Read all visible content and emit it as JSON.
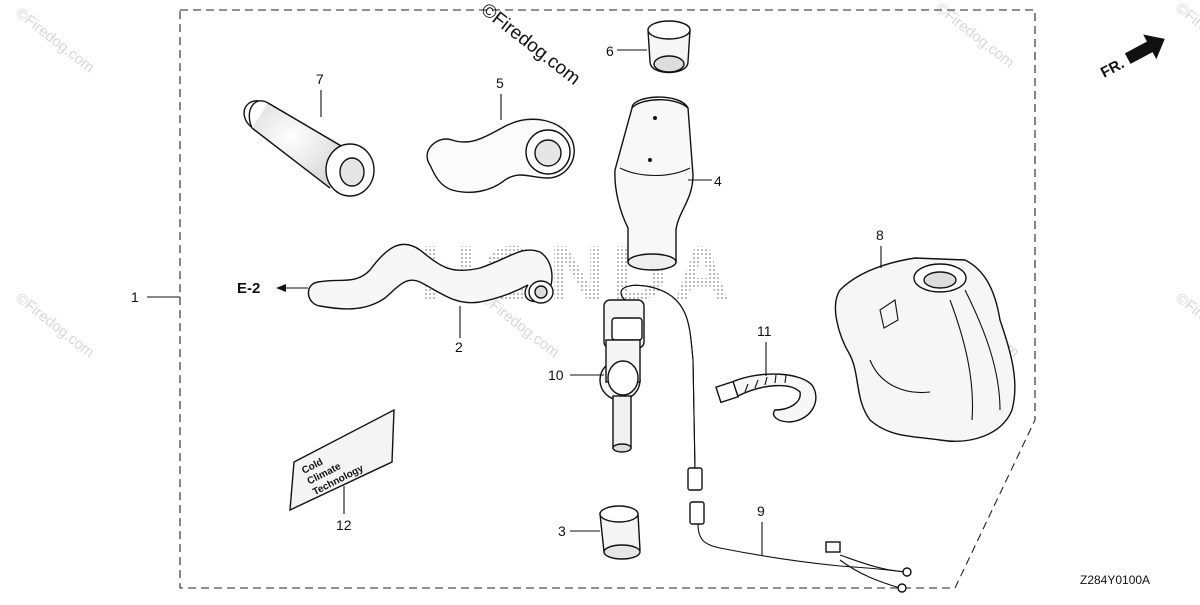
{
  "watermarks": {
    "center_top": "©Firedog.com",
    "tiles": [
      "©Firedog.com",
      "©Firedog.com",
      "©Firedog.com",
      "©Firedog.com",
      "©Firedog.com",
      "©Firedog.com",
      "©Firedog.com"
    ]
  },
  "background_logo": "HONDA",
  "direction_label": "FR.",
  "reference": {
    "label": "E-2"
  },
  "diagram_code": "Z284Y0100A",
  "callouts": {
    "c1": "1",
    "c2": "2",
    "c3": "3",
    "c4": "4",
    "c5": "5",
    "c6": "6",
    "c7": "7",
    "c8": "8",
    "c9": "9",
    "c10": "10",
    "c11": "11",
    "c12": "12"
  },
  "label_plate": {
    "line1": "Cold",
    "line2": "Climate",
    "line3": "Technology"
  }
}
